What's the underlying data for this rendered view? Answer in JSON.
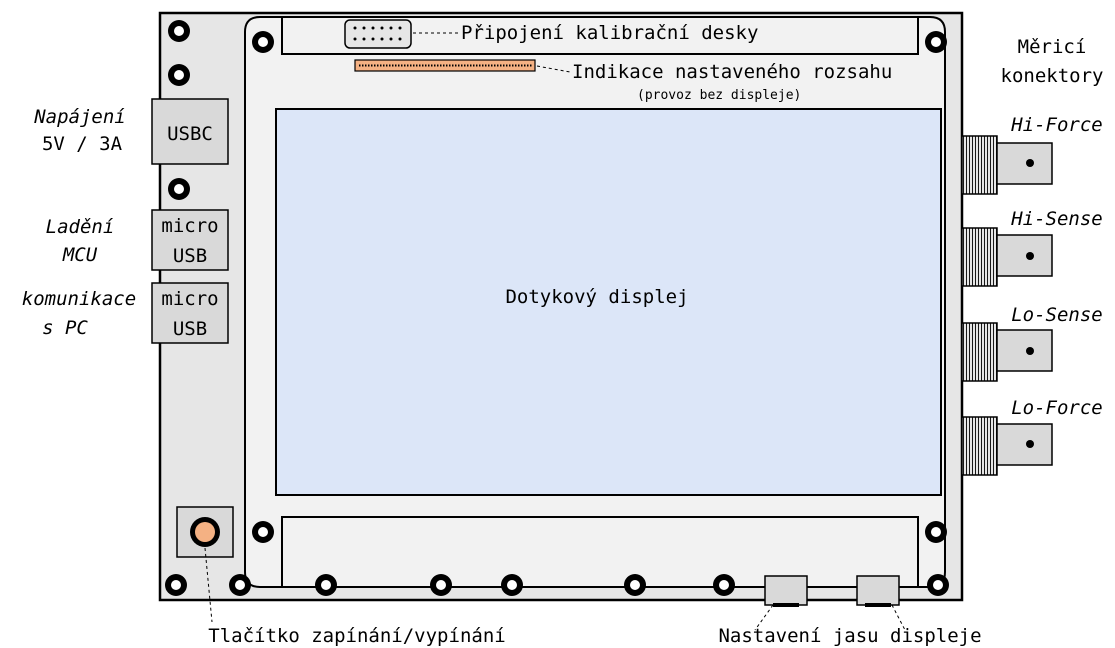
{
  "colors": {
    "board": "#e6e6e6",
    "display": "#dce6f8",
    "connector": "#d9d9d9",
    "led_strip": "#f4b183",
    "button": "#f4b183"
  },
  "labels": {
    "calibration": "Připojení kalibrační desky",
    "range_indication": "Indikace nastaveného rozsahu",
    "range_note": "(provoz bez displeje)",
    "measuring_title_1": "Měricí",
    "measuring_title_2": "konektory",
    "hi_force": "Hi-Force",
    "hi_sense": "Hi-Sense",
    "lo_sense": "Lo-Sense",
    "lo_force": "Lo-Force",
    "power_1": "Napájení",
    "power_2": "5V / 3A",
    "debug_1": "Ladění",
    "debug_2": "MCU",
    "comm_1": "komunikace",
    "comm_2": "s PC",
    "usbc": "USBC",
    "micro_1a": "micro",
    "micro_1b": "USB",
    "micro_2a": "micro",
    "micro_2b": "USB",
    "display": "Dotykový displej",
    "power_button": "Tlačítko zapínání/vypínání",
    "brightness": "Nastavení jasu displeje"
  }
}
